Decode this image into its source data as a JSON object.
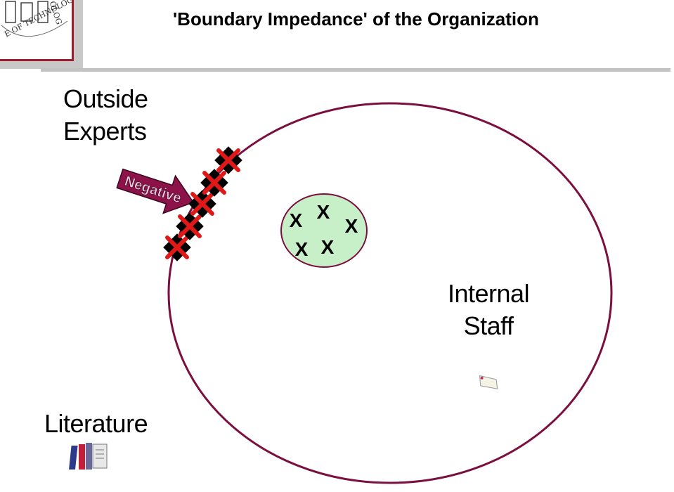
{
  "title": "'Boundary Impedance' of the Organization",
  "logo": {
    "arc_text": "E OF TECHNOLOGY",
    "side_text": "OLOG"
  },
  "labels": {
    "outside_experts": [
      "Outside",
      "Experts"
    ],
    "internal_staff": [
      "Internal",
      "Staff"
    ],
    "literature": "Literature"
  },
  "arrow": {
    "label": "Negative"
  },
  "inner_group": {
    "marks": [
      "X",
      "X",
      "X",
      "X",
      "X"
    ]
  },
  "colors": {
    "boundary": "#7b0f3f",
    "arrow_fill": "#8c1249",
    "inner_fill": "#c8f0c8",
    "x_mark": "#e01818",
    "title_rule": "#c2c2c2",
    "logo_border": "#9b1c2e"
  },
  "icons": {
    "literature": "book-stack-icon",
    "sticky": "paper-note-icon"
  }
}
